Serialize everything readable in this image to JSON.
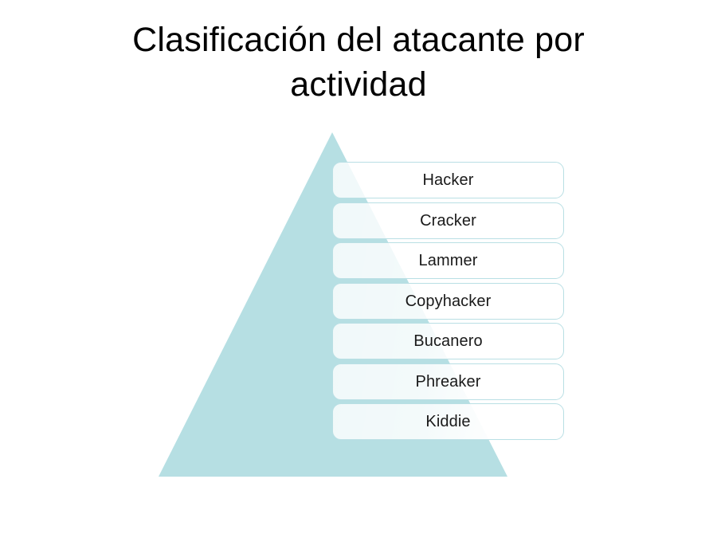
{
  "slide": {
    "title": "Clasificación del atacante por\nactividad",
    "background_color": "#ffffff"
  },
  "diagram": {
    "type": "pyramid",
    "name": "attacker-classification-pyramid",
    "shape_fill_color": "#b6dfe3",
    "box_border_color": "#b9dfe4",
    "box_fill_color": "#f5fafb",
    "label_color": "#1a1a1a",
    "levels": [
      {
        "label": "Hacker"
      },
      {
        "label": "Cracker"
      },
      {
        "label": "Lammer"
      },
      {
        "label": "Copyhacker"
      },
      {
        "label": "Bucanero"
      },
      {
        "label": "Phreaker"
      },
      {
        "label": "Kiddie"
      }
    ]
  }
}
